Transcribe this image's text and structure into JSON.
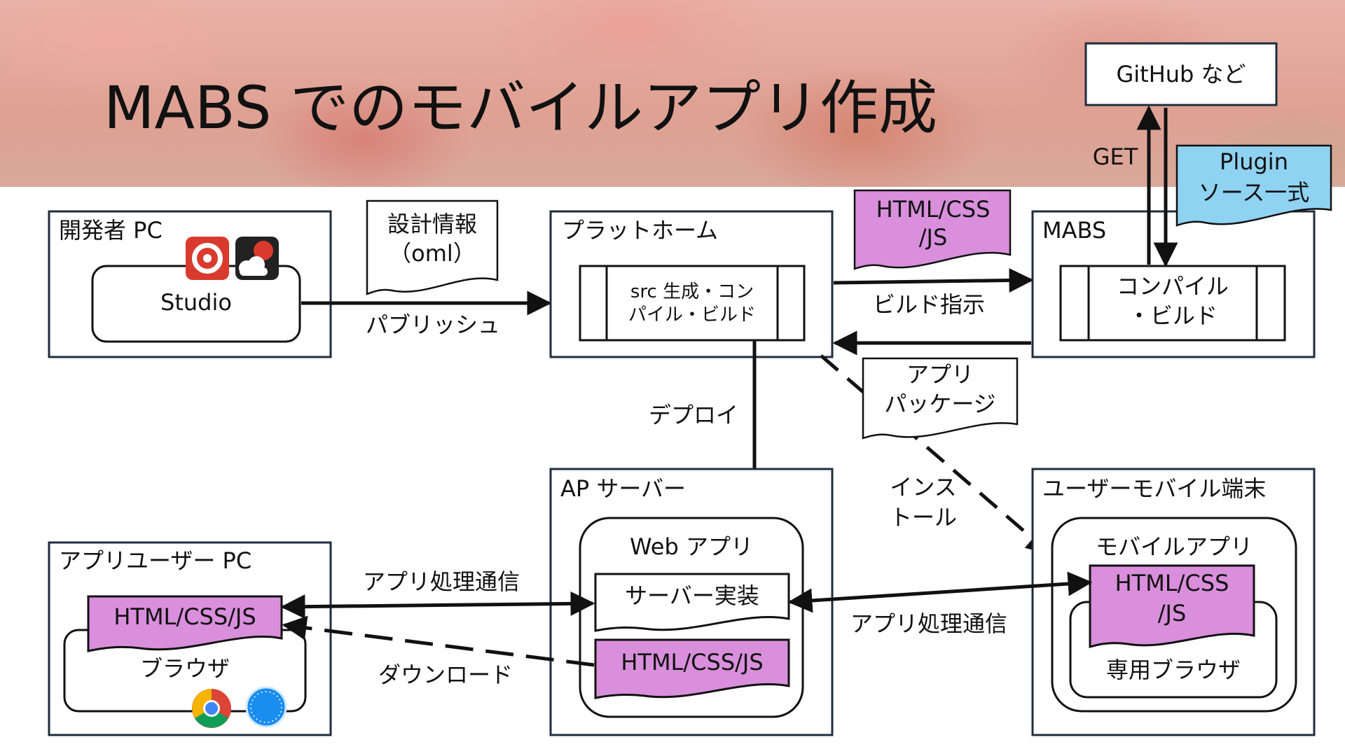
{
  "title": "MABS でのモバイルアプリ作成",
  "boxes": {
    "dev_pc": "開発者 PC",
    "studio": "Studio",
    "platform": "プラットホーム",
    "src_build": [
      "src 生成・コン",
      "パイル・ビルド"
    ],
    "mabs": "MABS",
    "compile_build": [
      "コンパイル",
      "・ビルド"
    ],
    "github": "GitHub など",
    "ap_server": "AP サーバー",
    "web_app": "Web アプリ",
    "server_impl": "サーバー実装",
    "server_html": "HTML/CSS/JS",
    "app_user_pc": "アプリユーザー PC",
    "browser_html": "HTML/CSS/JS",
    "browser": "ブラウザ",
    "mobile_device": "ユーザーモバイル端末",
    "mobile_app": "モバイルアプリ",
    "mobile_html": [
      "HTML/CSS",
      "/JS"
    ],
    "dedicated_browser": "専用ブラウザ"
  },
  "documents": {
    "design_info": [
      "設計情報",
      "（oml）"
    ],
    "html_css_js": [
      "HTML/CSS",
      "/JS"
    ],
    "plugin": [
      "Plugin",
      "ソース一式"
    ],
    "app_package": [
      "アプリ",
      "パッケージ"
    ]
  },
  "arrows": {
    "publish": "パブリッシュ",
    "build_instruction": "ビルド指示",
    "get": "GET",
    "deploy": "デプロイ",
    "install": [
      "インス",
      "トール"
    ],
    "app_comm_left": "アプリ処理通信",
    "download": "ダウンロード",
    "app_comm_right": "アプリ処理通信"
  },
  "icons": [
    "studio-app-icon",
    "studio-cloud-icon",
    "chrome-icon",
    "safari-icon"
  ],
  "colors": {
    "html_fill": "#d98fdc",
    "plugin_fill": "#8fd2f2",
    "line": "#111111",
    "box_stroke": "#1f2d3d"
  }
}
